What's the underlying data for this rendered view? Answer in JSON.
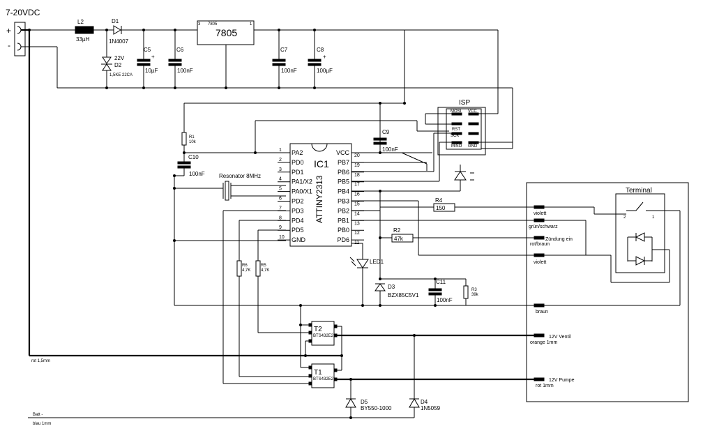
{
  "supply": {
    "voltage": "7-20VDC",
    "plus": "+",
    "minus": "-"
  },
  "parts": {
    "l2": {
      "name": "L2",
      "value": "33µH"
    },
    "d1": {
      "name": "D1",
      "value": "1N4007"
    },
    "d2": {
      "name": "D2",
      "v": "22V",
      "value": "1,5KE 22CA"
    },
    "c5": {
      "name": "C5",
      "value": "10µF",
      "pol": "+"
    },
    "c6": {
      "name": "C6",
      "value": "100nF"
    },
    "vreg": {
      "name": "7805",
      "pin1": "1",
      "pin3": "3",
      "sub": "7805"
    },
    "c7": {
      "name": "C7",
      "value": "100nF"
    },
    "c8": {
      "name": "C8",
      "value": "100µF",
      "pol": "+"
    },
    "c9": {
      "name": "C9",
      "value": "100nF"
    },
    "c10": {
      "name": "C10",
      "value": "100nF"
    },
    "c11": {
      "name": "C11",
      "value": "100nF"
    },
    "r1": {
      "name": "R1",
      "value": "10k"
    },
    "r2": {
      "name": "R2",
      "value": "47k"
    },
    "r3": {
      "name": "R3",
      "value": "39k"
    },
    "r4": {
      "name": "R4",
      "value": "150"
    },
    "r5": {
      "name": "R5",
      "value": "4,7K"
    },
    "r6": {
      "name": "R6",
      "value": "4,7K"
    },
    "d3": {
      "name": "D3",
      "value": "BZX85C5V1"
    },
    "d4": {
      "name": "D4",
      "value": "1N5059"
    },
    "d5": {
      "name": "D5",
      "value": "BY550-1000"
    },
    "led1": {
      "name": "LED1"
    },
    "resonator": {
      "label": "Resonator 8MHz"
    },
    "t1": {
      "name": "T1",
      "value": "BTS432E2"
    },
    "t2": {
      "name": "T2",
      "value": "BTS432E2"
    }
  },
  "ic1": {
    "name": "IC1",
    "part": "ATTINY2313",
    "left_pins": [
      {
        "num": "1",
        "name": "PA2"
      },
      {
        "num": "2",
        "name": "PD0"
      },
      {
        "num": "3",
        "name": "PD1"
      },
      {
        "num": "4",
        "name": "PA1/X2"
      },
      {
        "num": "5",
        "name": "PA0/X1"
      },
      {
        "num": "6",
        "name": "PD2"
      },
      {
        "num": "7",
        "name": "PD3"
      },
      {
        "num": "8",
        "name": "PD4"
      },
      {
        "num": "9",
        "name": "PD5"
      },
      {
        "num": "10",
        "name": "GND"
      }
    ],
    "right_pins": [
      {
        "num": "20",
        "name": "VCC"
      },
      {
        "num": "19",
        "name": "PB7"
      },
      {
        "num": "18",
        "name": "PB6"
      },
      {
        "num": "17",
        "name": "PB5"
      },
      {
        "num": "16",
        "name": "PB4"
      },
      {
        "num": "15",
        "name": "PB3"
      },
      {
        "num": "14",
        "name": "PB2"
      },
      {
        "num": "13",
        "name": "PB1"
      },
      {
        "num": "12",
        "name": "PB0"
      },
      {
        "num": "11",
        "name": "PD6"
      }
    ]
  },
  "isp": {
    "title": "ISP",
    "left": [
      "MOSI",
      "RST",
      "SCK",
      "MISO"
    ],
    "right": [
      "VCC",
      "",
      "",
      "GND"
    ]
  },
  "terminal": {
    "title": "Terminal",
    "n2": "2",
    "n1": "1",
    "labels": {
      "violett1": "violett",
      "gruen": "grün/schwarz",
      "zuendung1": "Zündung ein",
      "zuendung2": "rot/braun",
      "violett2": "violett",
      "braun": "braun",
      "ventil1": "12V Ventil",
      "ventil2": "orange 1mm",
      "pumpe1": "12V Pumpe",
      "pumpe2": "rot 1mm"
    }
  },
  "wires": {
    "rot": "rot 1,5mm",
    "batt": "Batt -",
    "blau": "blau 1mm"
  }
}
